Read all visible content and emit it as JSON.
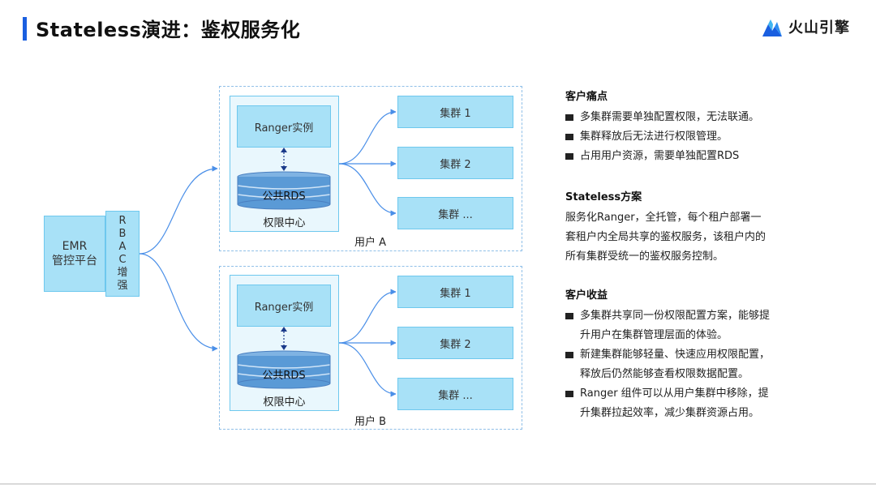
{
  "title": "Stateless演进：鉴权服务化",
  "logo": {
    "text": "火山引擎"
  },
  "left": {
    "emr_line1": "EMR",
    "emr_line2": "管控平台",
    "rbac": [
      "R",
      "B",
      "A",
      "C",
      "增",
      "强"
    ]
  },
  "groups": [
    {
      "user_label": "用户 A",
      "ranger": "Ranger实例",
      "db": "公共RDS",
      "center_label": "权限中心",
      "clusters": [
        "集群 1",
        "集群 2",
        "集群 ..."
      ]
    },
    {
      "user_label": "用户 B",
      "ranger": "Ranger实例",
      "db": "公共RDS",
      "center_label": "权限中心",
      "clusters": [
        "集群 1",
        "集群 2",
        "集群 ..."
      ]
    }
  ],
  "sections": {
    "pain": {
      "heading": "客户痛点",
      "items": [
        "多集群需要单独配置权限，无法联通。",
        "集群释放后无法进行权限管理。",
        "占用用户资源，需要单独配置RDS"
      ]
    },
    "solution": {
      "heading": "Stateless方案",
      "lines": [
        "服务化Ranger，全托管，每个租户部署一",
        "套租户内全局共享的鉴权服务，该租户内的",
        "所有集群受统一的鉴权服务控制。"
      ]
    },
    "benefit": {
      "heading": "客户收益",
      "items": [
        [
          "多集群共享同一份权限配置方案，能够提",
          "升用户在集群管理层面的体验。"
        ],
        [
          "新建集群能够轻量、快速应用权限配置，",
          "释放后仍然能够查看权限数据配置。"
        ],
        [
          "Ranger 组件可以从用户集群中移除，提",
          "升集群拉起效率，减少集群资源占用。"
        ]
      ]
    }
  },
  "colors": {
    "accent": "#1a5fe0",
    "box_fill": "#a8e1f7",
    "box_border": "#6ec8ee",
    "line": "#4a8fe8",
    "db_fill": "#5a9ad6"
  }
}
